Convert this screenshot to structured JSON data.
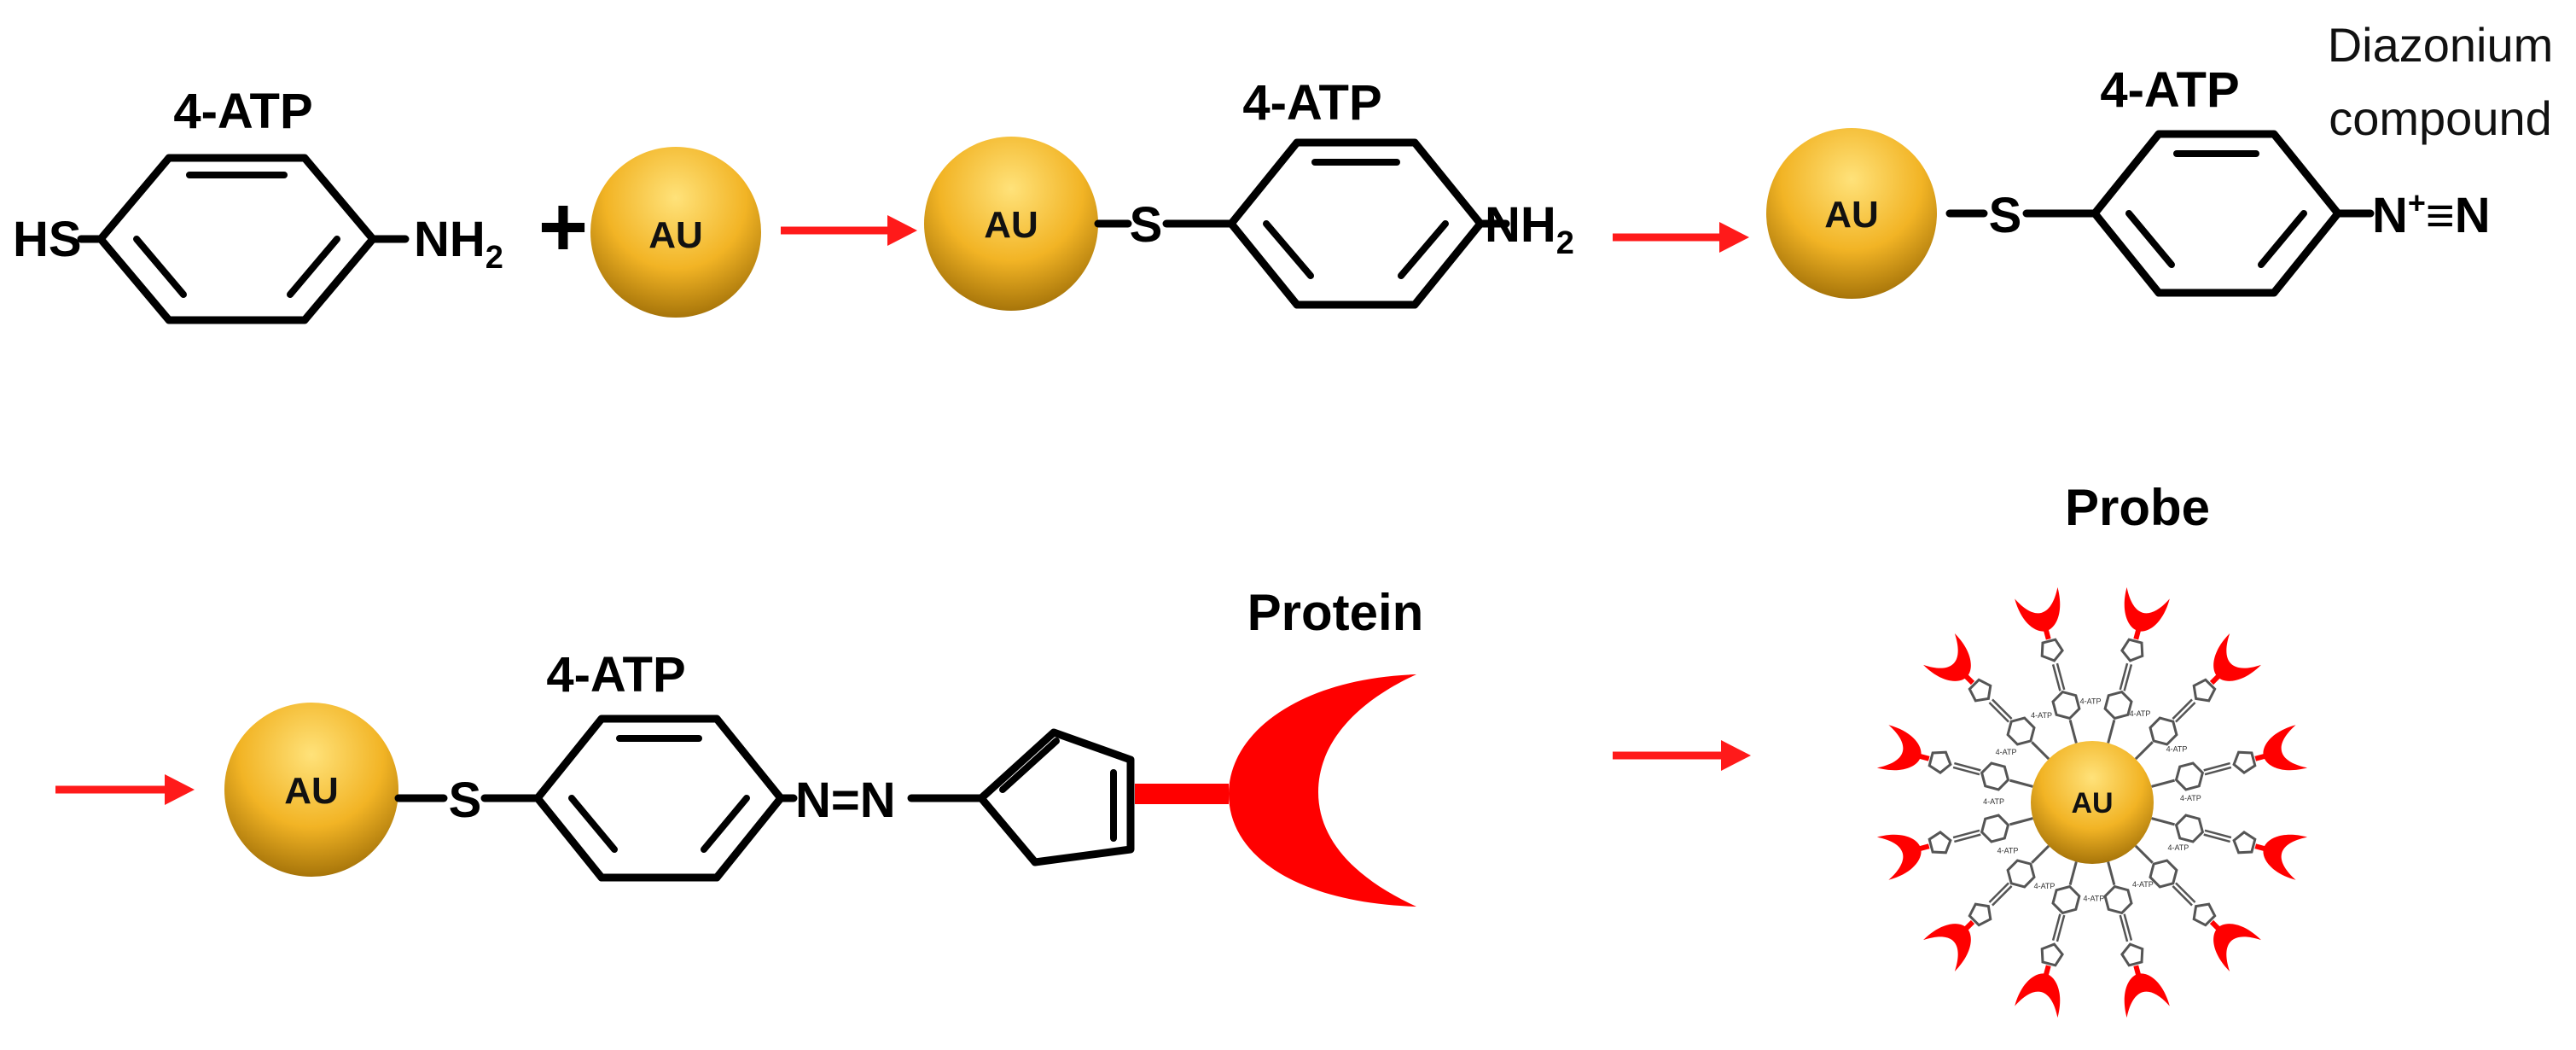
{
  "labels": {
    "atp": "4-ATP",
    "hs": "HS",
    "nh": "NH",
    "sub2": "2",
    "plus": "+",
    "au": "AU",
    "s": "S",
    "n_plus": "N",
    "plus_sup": "+",
    "triple": "≡N",
    "azo": "N=N",
    "diazonium_line1": "Diazonium",
    "diazonium_line2": "compound",
    "protein": "Protein",
    "probe": "Probe",
    "probe_mini": "4-ATP"
  },
  "colors": {
    "gold_light": "#ffd24a",
    "gold_mid": "#f0b020",
    "gold_dark": "#9a6a05",
    "arrow_red": "#ff1a1a",
    "protein_red": "#ff0000"
  },
  "probe": {
    "arm_count": 12
  }
}
